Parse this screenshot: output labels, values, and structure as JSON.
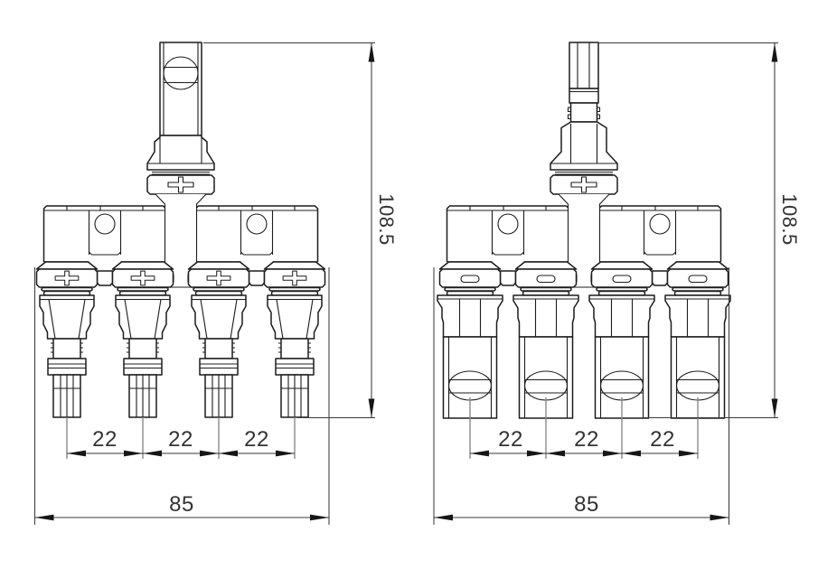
{
  "drawing": {
    "background_color": "#ffffff",
    "line_color": "#1c1c1c",
    "dimension_text_color": "#333333",
    "figures": {
      "left": {
        "polarity_mark": "+",
        "pitch_dims": [
          "22",
          "22",
          "22"
        ],
        "overall_width": "85",
        "overall_height": "108.5"
      },
      "right": {
        "polarity_mark": "−",
        "pitch_dims": [
          "22",
          "22",
          "22"
        ],
        "overall_width": "85",
        "overall_height": "108.5"
      }
    }
  }
}
